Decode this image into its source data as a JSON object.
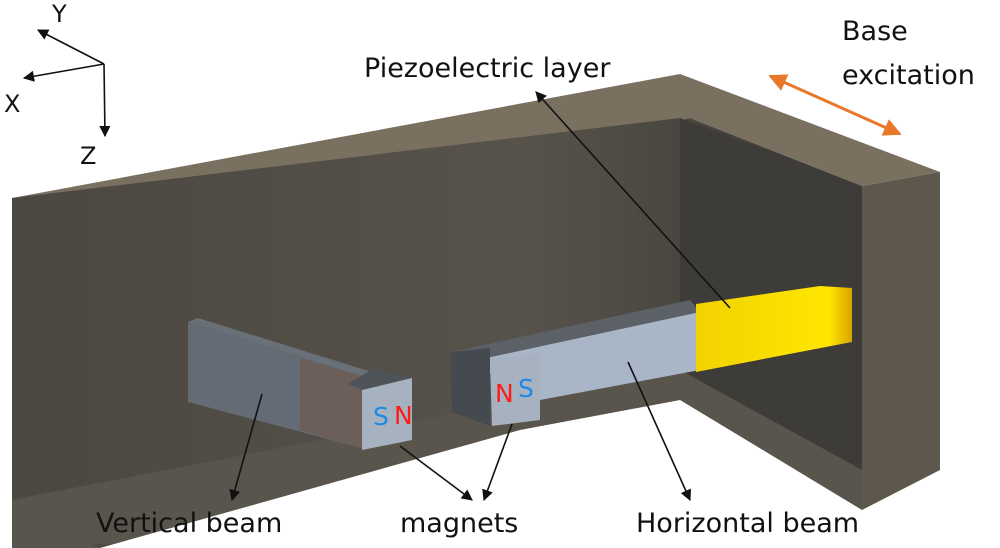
{
  "diagram": {
    "axes": {
      "x": "X",
      "y": "Y",
      "z": "Z"
    },
    "labels": {
      "piezo": "Piezoelectric layer",
      "base_line1": "Base",
      "base_line2": "excitation",
      "vertical_beam": "Vertical beam",
      "magnets": "magnets",
      "horizontal_beam": "Horizontal beam"
    },
    "magnet_left": {
      "pole1": "S",
      "pole2": "N"
    },
    "magnet_right": {
      "pole1": "N",
      "pole2": "S"
    },
    "colors": {
      "frame": "#6b6352",
      "frame_dark": "#4e4a42",
      "frame_inner": "#3f3d39",
      "beam": "#a9b6c8",
      "piezo": "#f5d800",
      "excitation_arrow": "#e8782a",
      "pole_north": "#ff1a1a",
      "pole_south": "#1e88e5"
    }
  }
}
